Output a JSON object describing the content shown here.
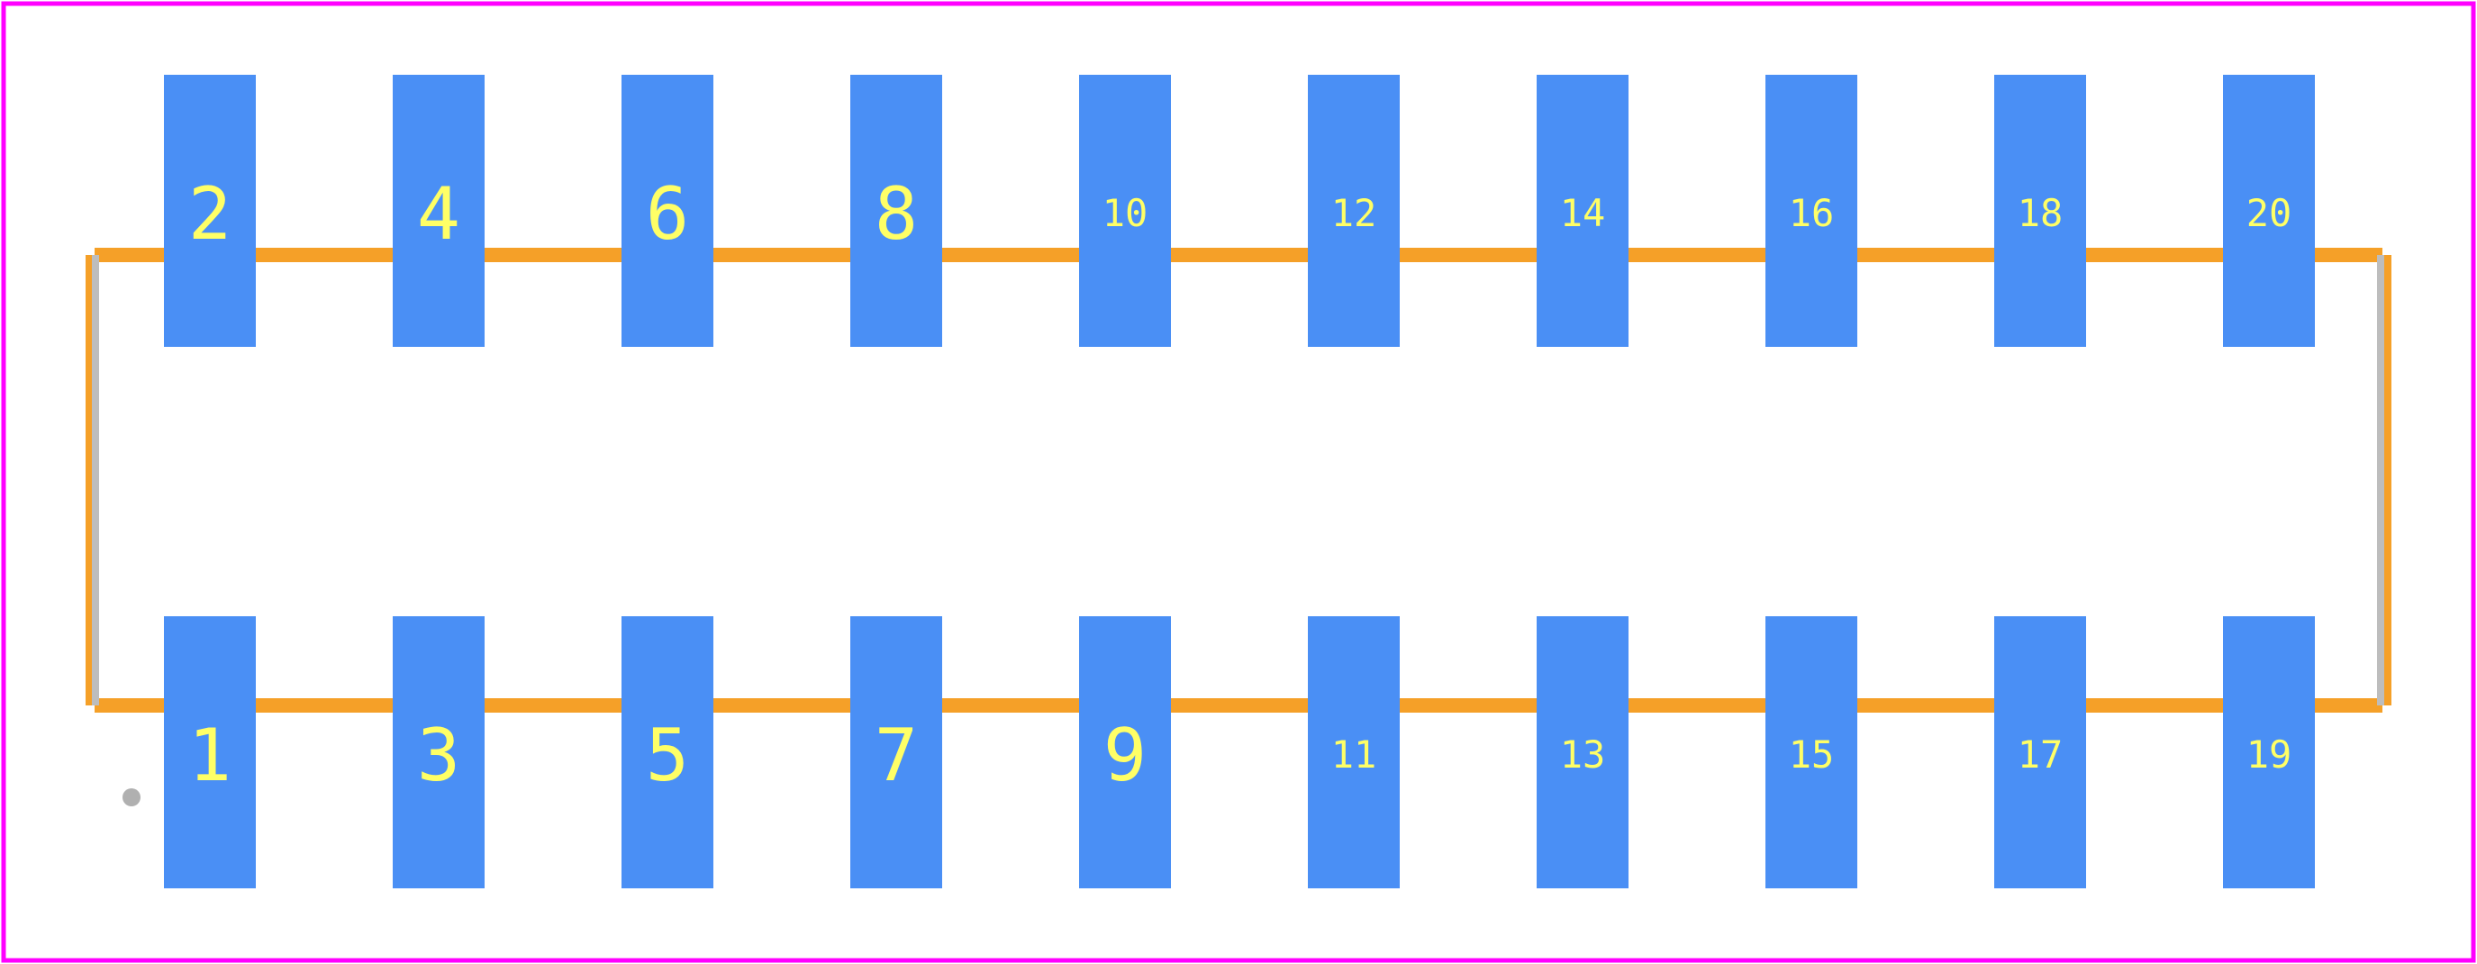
{
  "footprint": {
    "colors": {
      "background": "#ffffff",
      "boundary": "#ff00ff",
      "pad": "#4a8ff5",
      "pad_label": "#ffff66",
      "silkscreen": "#f5a028",
      "assembly_edge": "#bdbdbd",
      "pin1_marker": "#b0b0b0"
    },
    "pads": {
      "top_row": [
        "2",
        "4",
        "6",
        "8",
        "10",
        "12",
        "14",
        "16",
        "18",
        "20"
      ],
      "bottom_row": [
        "1",
        "3",
        "5",
        "7",
        "9",
        "11",
        "13",
        "15",
        "17",
        "19"
      ]
    },
    "pin1_marker": true
  }
}
